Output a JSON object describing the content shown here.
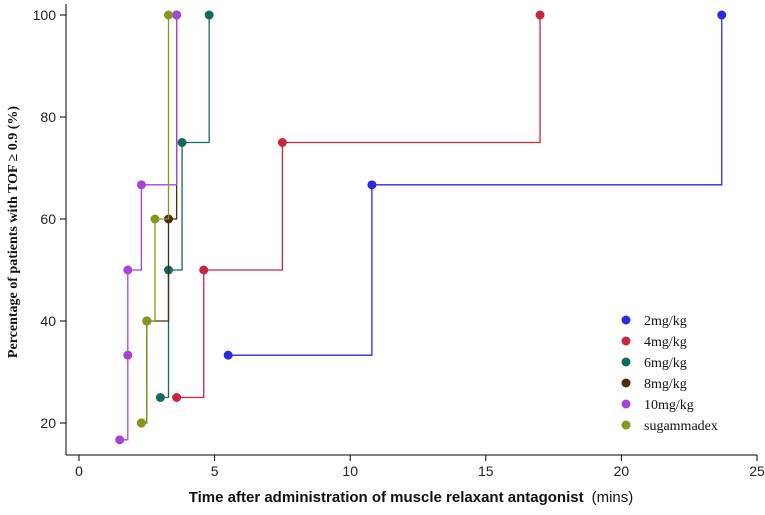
{
  "chart_data": {
    "type": "line",
    "step": true,
    "ylabel": "Percentage of patients with TOF ≥ 0.9 (%)",
    "xlabel_main": "Time after administration of muscle relaxant antagonist",
    "xlabel_unit": "(mins)",
    "xlim": [
      0,
      25
    ],
    "ylim": [
      17,
      100
    ],
    "xticks": [
      0,
      5,
      10,
      15,
      20,
      25
    ],
    "yticks": [
      20,
      40,
      60,
      80,
      100
    ],
    "legend_position": "bottom-right",
    "grid": false,
    "series": [
      {
        "name": "2mg/kg",
        "color": "#2b2bdc",
        "x": [
          5.5,
          10.8,
          23.7
        ],
        "y": [
          33.3,
          66.7,
          100
        ]
      },
      {
        "name": "4mg/kg",
        "color": "#c8253f",
        "x": [
          3.6,
          4.6,
          7.5,
          17.0
        ],
        "y": [
          25,
          50,
          75,
          100
        ]
      },
      {
        "name": "6mg/kg",
        "color": "#14695e",
        "x": [
          3.0,
          3.3,
          3.8,
          4.8
        ],
        "y": [
          25,
          50,
          75,
          100
        ]
      },
      {
        "name": "8mg/kg",
        "color": "#4a2d10",
        "x": [
          2.3,
          2.5,
          3.3,
          3.6
        ],
        "y": [
          20,
          40,
          60,
          100
        ]
      },
      {
        "name": "10mg/kg",
        "color": "#a744d8",
        "x": [
          1.5,
          1.8,
          1.8,
          2.3,
          3.6
        ],
        "y": [
          16.7,
          33.3,
          50,
          66.7,
          100
        ]
      },
      {
        "name": "sugammadex",
        "color": "#86961e",
        "x": [
          2.3,
          2.5,
          2.8,
          3.3
        ],
        "y": [
          20,
          40,
          60,
          100
        ]
      }
    ]
  }
}
